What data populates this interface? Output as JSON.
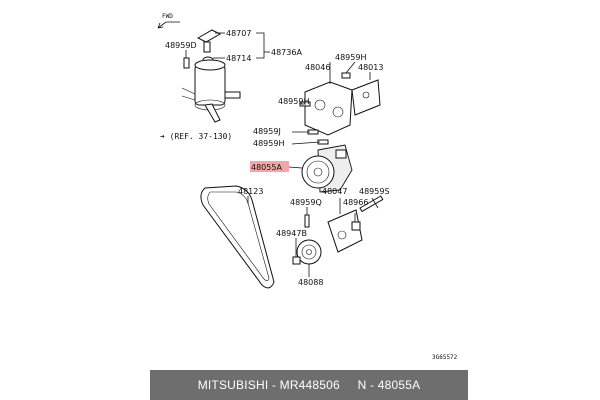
{
  "diagram": {
    "direction_mark": "FWD",
    "reference": "➔ (REF. 37-130)",
    "image_code": "3G65572",
    "highlight_color": "#f4a6a6",
    "labels": {
      "p48707": "48707",
      "p48959D": "48959D",
      "p48714": "48714",
      "p48736A": "48736A",
      "p48959H_top": "48959H",
      "p48046": "48046",
      "p48013": "48013",
      "p48959H_mid": "48959H",
      "p48959J": "48959J",
      "p48959H_low": "48959H",
      "p48055A": "48055A",
      "p48123": "48123",
      "p48047": "48047",
      "p48959S": "48959S",
      "p48959Q": "48959Q",
      "p48966": "48966",
      "p48947B": "48947B",
      "p48088": "48088"
    }
  },
  "footer": {
    "brand": "MITSUBISHI",
    "sep1": " - ",
    "part_number": "MR448506",
    "gap": "     ",
    "variant": "N - 48055A"
  }
}
